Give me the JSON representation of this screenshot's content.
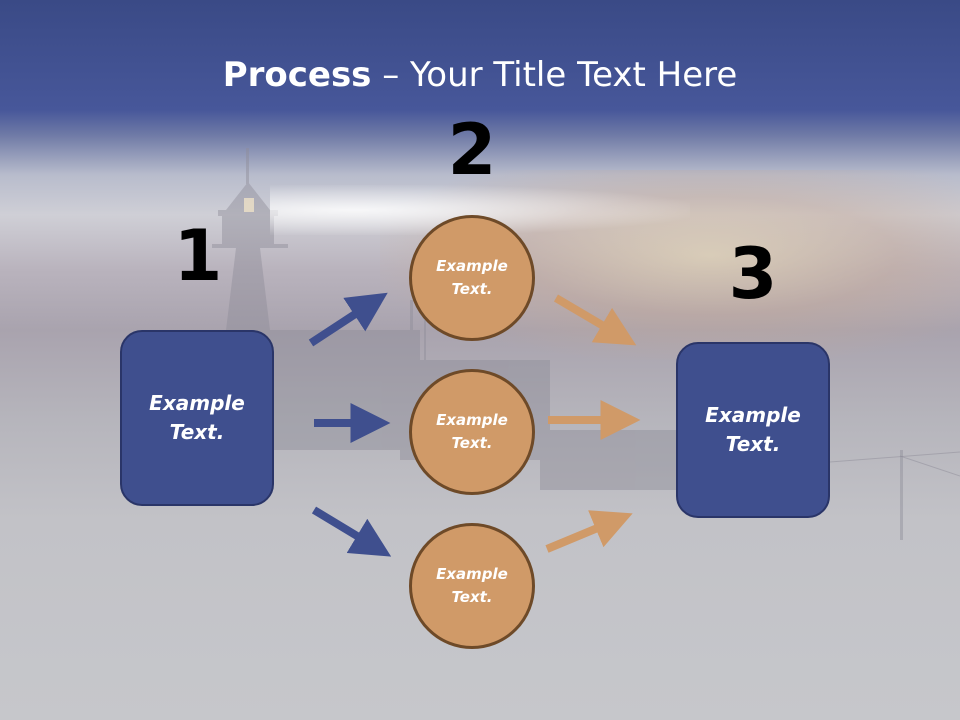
{
  "slide": {
    "title_bold": "Process",
    "title_rest": " – Your Title Text Here"
  },
  "steps": [
    {
      "number": "1",
      "text": "Example Text."
    },
    {
      "number": "2",
      "items": [
        "Example Text.",
        "Example Text.",
        "Example Text."
      ]
    },
    {
      "number": "3",
      "text": "Example Text."
    }
  ],
  "colors": {
    "box_fill": "#3f4f8e",
    "circle_fill": "#d09a68",
    "blue_arrow": "#3f4f8e",
    "orange_arrow": "#d09a68"
  }
}
